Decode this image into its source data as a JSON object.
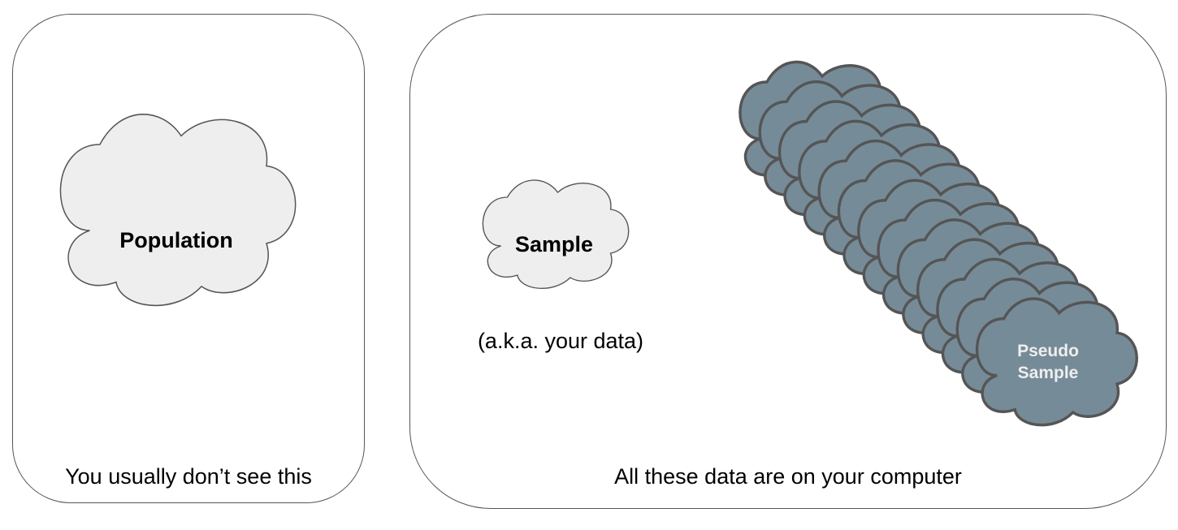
{
  "population": {
    "label": "Population",
    "fill": "#eeeeee"
  },
  "sample": {
    "label": "Sample",
    "subtitle": "(a.k.a. your data)",
    "fill": "#eeeeee"
  },
  "pseudo_sample": {
    "label_line1": "Pseudo",
    "label_line2": "Sample",
    "fill": "#768b98",
    "stroke": "#555555",
    "copies": 13
  },
  "captions": {
    "left": "You usually don’t see this",
    "right": "All these data are on your computer"
  }
}
